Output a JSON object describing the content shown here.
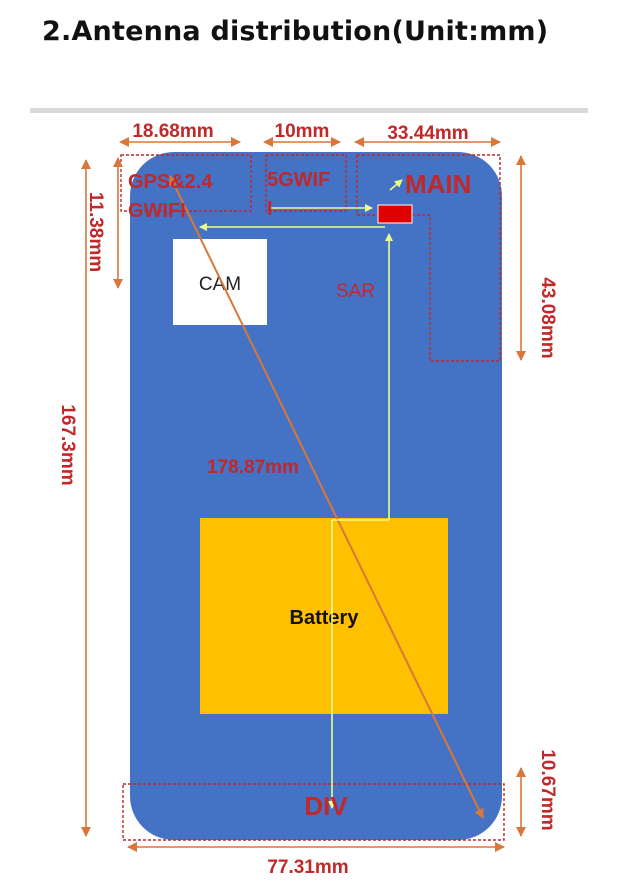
{
  "title": "2.Antenna distribution(Unit:mm)",
  "dimensions": {
    "top_left_width": "18.68mm",
    "top_gap": "10mm",
    "top_right_width": "33.44mm",
    "left_top_height": "11.38mm",
    "total_height": "167.3mm",
    "right_main_height": "43.08mm",
    "diagonal": "178.87mm",
    "bottom_div_height": "10.67mm",
    "total_width": "77.31mm"
  },
  "antennas": {
    "gps_line1": "GPS&2.4",
    "gps_line2": "GWIFI",
    "wifi5_line1": "5GWIF",
    "wifi5_line2": "I",
    "main": "MAIN",
    "div": "DIV",
    "sar": "SAR"
  },
  "components": {
    "camera": "CAM",
    "battery": "Battery"
  },
  "colors": {
    "phone_body": "#4472c4",
    "battery": "#ffc000",
    "camera": "#ffffff",
    "dimension_text": "#c0282a",
    "feed_line": "#e8ff8a",
    "diagonal": "#d2691e",
    "main_feed": "#e00000"
  }
}
